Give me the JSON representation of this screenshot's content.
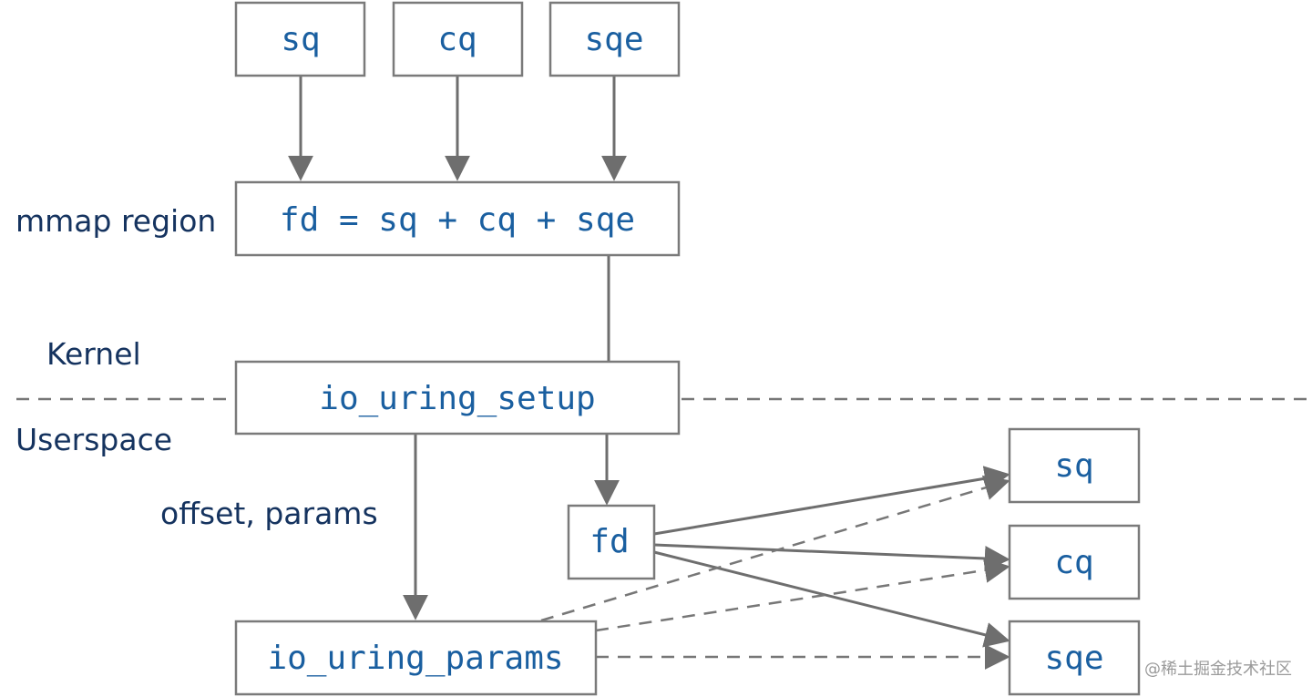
{
  "nodes": {
    "top_sq": "sq",
    "top_cq": "cq",
    "top_sqe": "sqe",
    "mmap": "fd = sq + cq + sqe",
    "setup": "io_uring_setup",
    "fd": "fd",
    "params": "io_uring_params",
    "right_sq": "sq",
    "right_cq": "cq",
    "right_sqe": "sqe"
  },
  "labels": {
    "mmap_region": "mmap region",
    "kernel": "Kernel",
    "userspace": "Userspace",
    "offset_params": "offset, params"
  },
  "watermark": "@稀土掘金技术社区",
  "colors": {
    "node_text": "#1a5fa0",
    "label_text": "#15335f",
    "line": "#6e6e6e",
    "box_border": "#7a7a7a"
  }
}
